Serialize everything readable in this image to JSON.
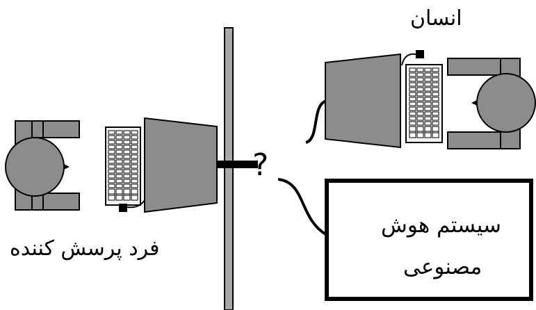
{
  "labels": {
    "human": "انسان",
    "interrogator": "فرد پرسش کننده",
    "ai_line1": "سیستم هوش",
    "ai_line2": "مصنوعی",
    "question_mark": "?"
  },
  "colors": {
    "furniture_gray": "#8c8c8c",
    "panel_light": "#f2f2f2",
    "wall_gray": "#a9a9a9",
    "stroke": "#000000",
    "background": "#ffffff"
  }
}
